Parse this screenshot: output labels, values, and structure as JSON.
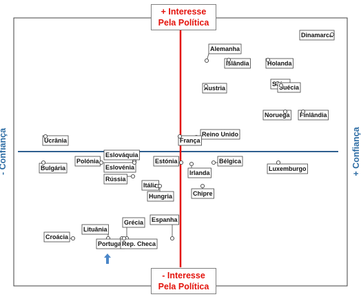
{
  "chart_data": {
    "type": "scatter",
    "x_axis": {
      "negative_label": "- Confiança",
      "positive_label": "+ Confiança"
    },
    "y_axis": {
      "positive_label_line1": "+ Interesse",
      "positive_label_line2": "Pela Política",
      "negative_label_line1": "- Interesse",
      "negative_label_line2": "Pela Política"
    },
    "xlim": [
      -10,
      10
    ],
    "ylim": [
      -10,
      10
    ],
    "grid": false,
    "points": [
      {
        "label": "Dinamarca",
        "x": 9.2,
        "y": 8.5
      },
      {
        "label": "Alemanha",
        "x": 1.7,
        "y": 6.9
      },
      {
        "label": "Islândia",
        "x": 5.1,
        "y": 6.9
      },
      {
        "label": "Holanda",
        "x": 6.3,
        "y": 6.9
      },
      {
        "label": "Suíça",
        "x": 6.4,
        "y": 5.5
      },
      {
        "label": "Suécia",
        "x": 6.7,
        "y": 4.9
      },
      {
        "label": "Áustria",
        "x": 1.6,
        "y": 4.9
      },
      {
        "label": "Noruega",
        "x": 6.4,
        "y": 2.8
      },
      {
        "label": "Finlândia",
        "x": 7.8,
        "y": 2.8
      },
      {
        "label": "Reino Unido",
        "x": 1.0,
        "y": 0.9
      },
      {
        "label": "França",
        "x": 0.0,
        "y": 0.9
      },
      {
        "label": "Ucrânia",
        "x": -8.0,
        "y": 0.9
      },
      {
        "label": "Eslováquia",
        "x": -2.8,
        "y": -0.7
      },
      {
        "label": "Polónia",
        "x": -4.8,
        "y": -0.7
      },
      {
        "label": "Bulgária",
        "x": -8.1,
        "y": -0.7
      },
      {
        "label": "Eslovénia",
        "x": -2.8,
        "y": -0.7
      },
      {
        "label": "Estónia",
        "x": 0.0,
        "y": -0.7
      },
      {
        "label": "Irlanda",
        "x": 0.6,
        "y": -0.8
      },
      {
        "label": "Bélgica",
        "x": 2.2,
        "y": -0.7
      },
      {
        "label": "Luxemburgo",
        "x": 6.0,
        "y": -0.7
      },
      {
        "label": "Rússia",
        "x": -4.6,
        "y": -1.5
      },
      {
        "label": "Itália",
        "x": -1.5,
        "y": -2.1
      },
      {
        "label": "Hungria",
        "x": -2.9,
        "y": -2.3
      },
      {
        "label": "Chipre",
        "x": 1.5,
        "y": -2.5
      },
      {
        "label": "Espanha",
        "x": -0.5,
        "y": -5.8
      },
      {
        "label": "Grécia",
        "x": -3.4,
        "y": -5.8
      },
      {
        "label": "Lituânia",
        "x": -4.8,
        "y": -5.8
      },
      {
        "label": "Croácia",
        "x": -6.9,
        "y": -5.8
      },
      {
        "label": "Portugal",
        "x": -3.9,
        "y": -5.8
      },
      {
        "label": "Rep. Checa",
        "x": -3.6,
        "y": -5.8
      }
    ],
    "arrow_label": "Portugal"
  }
}
